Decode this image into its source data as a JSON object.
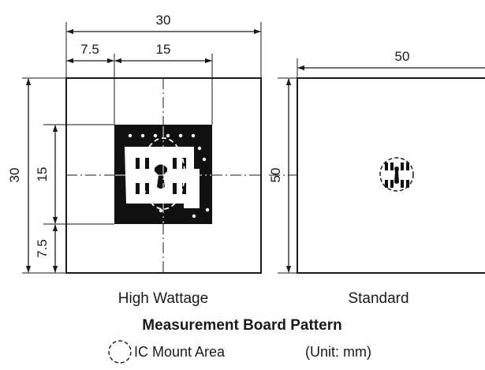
{
  "dimensions": {
    "hw_total_width": "30",
    "hw_offset_x": "7.5",
    "hw_pad_width": "15",
    "hw_total_height": "30",
    "hw_pad_height": "15",
    "hw_offset_y": "7.5",
    "std_width": "50",
    "std_height": "50"
  },
  "labels": {
    "high_wattage": "High Wattage",
    "standard": "Standard",
    "title": "Measurement Board Pattern",
    "legend_text": "IC Mount Area",
    "unit_text": "(Unit: mm)"
  },
  "colors": {
    "line": "#1a1a1a",
    "copper": "#111111",
    "board": "#ffffff"
  }
}
